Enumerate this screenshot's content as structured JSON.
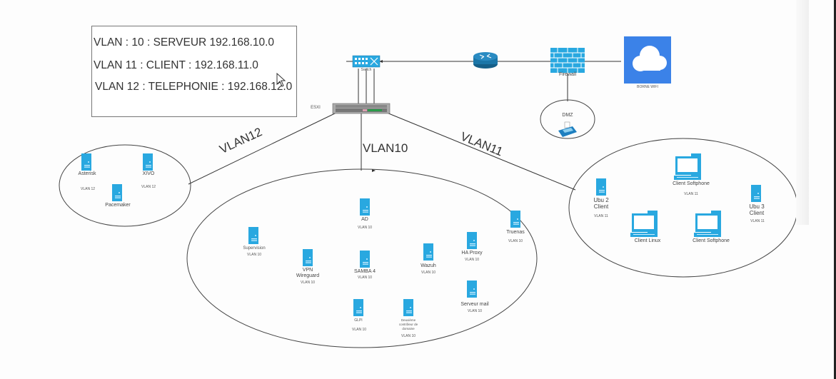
{
  "legend": {
    "lines": [
      "VLAN : 10 : SERVEUR 192.168.10.0",
      "VLAN 11 : CLIENT : 192.168.11.0",
      "VLAN 12 : TELEPHONIE : 192.168.12.0"
    ]
  },
  "core": {
    "switch_label": "Switch",
    "esxi_label": "ESXI",
    "firewall_label": "Firewall",
    "wifi_label": "BORNE WIFI",
    "dmz_label": "DMZ",
    "router_icon": "router-icon"
  },
  "links": {
    "vlan12": "VLAN12",
    "vlan10": "VLAN10",
    "vlan11": "VLAN11"
  },
  "vlan12_zone": {
    "servers": [
      {
        "name": "Asterisk",
        "vlan": "VLAN 12"
      },
      {
        "name": "XIVO",
        "vlan": "VLAN 12"
      },
      {
        "name": "Pacemaker",
        "vlan": ""
      }
    ]
  },
  "vlan10_zone": {
    "servers": [
      {
        "name": "AD",
        "vlan": "VLAN 10"
      },
      {
        "name": "Supervision",
        "vlan": "VLAN 10"
      },
      {
        "name": "VPN Wireguard",
        "vlan": "VLAN 10"
      },
      {
        "name": "SAMBA 4",
        "vlan": "VLAN 10"
      },
      {
        "name": "Wazuh",
        "vlan": "VLAN 10"
      },
      {
        "name": "HA Proxy",
        "vlan": "VLAN 10"
      },
      {
        "name": "Truenas",
        "vlan": "VLAN 10"
      },
      {
        "name": "Serveur mail",
        "vlan": "VLAN 10"
      },
      {
        "name": "GLPI",
        "vlan": "VLAN 10"
      },
      {
        "name": "Deuxième contrôleur de domaine",
        "vlan": "VLAN 10"
      }
    ]
  },
  "vlan11_zone": {
    "clients": [
      {
        "name": "Client Softphone",
        "vlan": "VLAN 11"
      },
      {
        "name": "Ubu 2 Client",
        "vlan": "VLAN 11"
      },
      {
        "name": "Ubu 3 Client",
        "vlan": "VLAN 11"
      },
      {
        "name": "Client Linux",
        "vlan": ""
      },
      {
        "name": "Client Softphone",
        "vlan": ""
      }
    ]
  },
  "colors": {
    "server_blue": "#29a8e0",
    "cloud_blue": "#3b82e8",
    "router_blue": "#1b76a8",
    "line": "#333333"
  }
}
